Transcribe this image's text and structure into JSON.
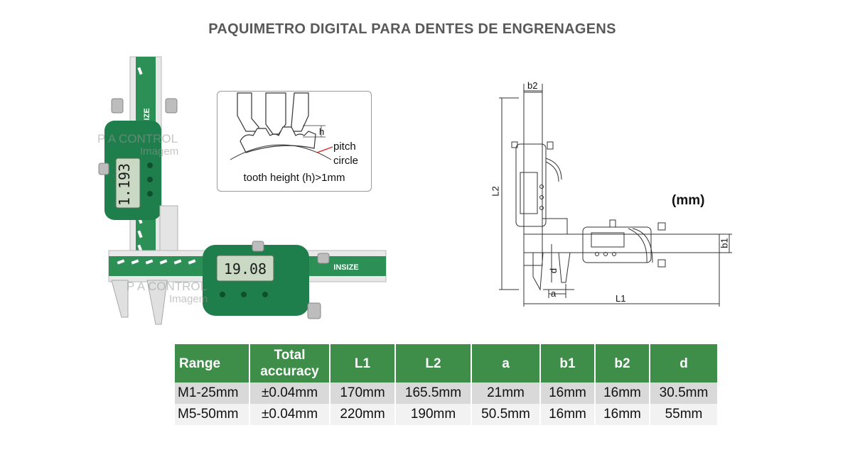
{
  "title": "PAQUIMETRO DIGITAL PARA DENTES DE ENGRENAGENS",
  "photo": {
    "brand_vertical": "INSIZE",
    "brand_horizontal": "INSIZE",
    "display_vertical": "1.193",
    "display_horizontal": "19.08",
    "watermark_1_line1": "P A CONTROL",
    "watermark_1_line2": "Imagem",
    "watermark_2_line1": "P A CONTROL",
    "watermark_2_line2": "Imagem"
  },
  "inset": {
    "h_label": "h",
    "pitch_label_1": "pitch",
    "pitch_label_2": "circle",
    "tooth_text": "tooth height (h)>1mm"
  },
  "diagram": {
    "b2": "b2",
    "L2": "L2",
    "b1": "b1",
    "d": "d",
    "a": "a",
    "L1": "L1",
    "units": "(mm)"
  },
  "table": {
    "headers": [
      "Range",
      "Total accuracy",
      "L1",
      "L2",
      "a",
      "b1",
      "b2",
      "d"
    ],
    "rows": [
      [
        "M1-25mm",
        "±0.04mm",
        "170mm",
        "165.5mm",
        "21mm",
        "16mm",
        "16mm",
        "30.5mm"
      ],
      [
        "M5-50mm",
        "±0.04mm",
        "220mm",
        "190mm",
        "50.5mm",
        "16mm",
        "16mm",
        "55mm"
      ]
    ]
  },
  "colors": {
    "header_green": "#3e8e4a",
    "caliper_green": "#1f7f4c",
    "row_dark": "#d9d9d9",
    "row_light": "#f2f2f2"
  }
}
